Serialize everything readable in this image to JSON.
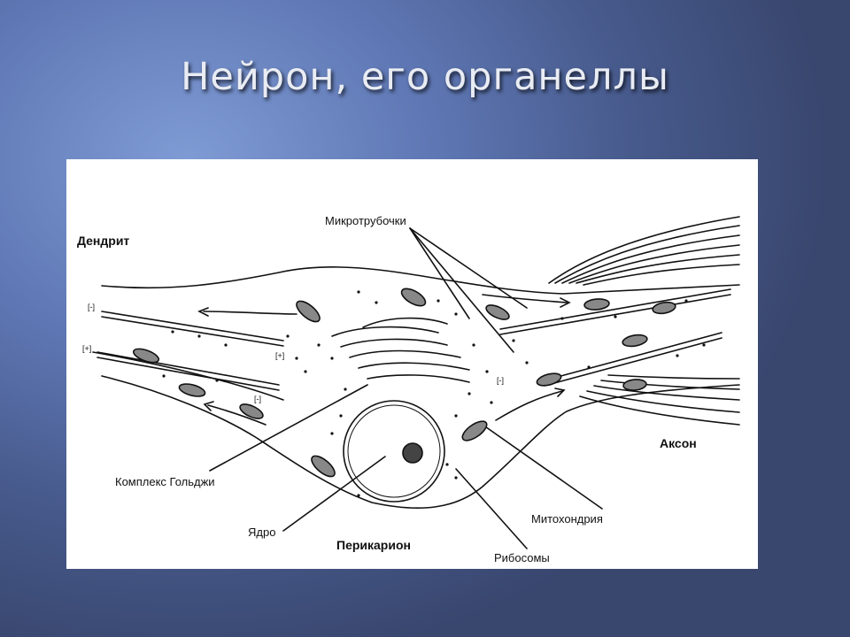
{
  "slide": {
    "title": "Нейрон, его органеллы"
  },
  "diagram": {
    "labels": {
      "dendrite": "Дендрит",
      "microtubules": "Микротрубочки",
      "axon": "Аксон",
      "golgi": "Комплекс Гольджи",
      "nucleus": "Ядро",
      "perikaryon": "Перикарион",
      "mitochondrion": "Митохондрия",
      "ribosomes": "Рибосомы"
    },
    "polarity_marks": [
      "[-]",
      "[+]",
      "[+]",
      "[-]",
      "[-]"
    ]
  }
}
